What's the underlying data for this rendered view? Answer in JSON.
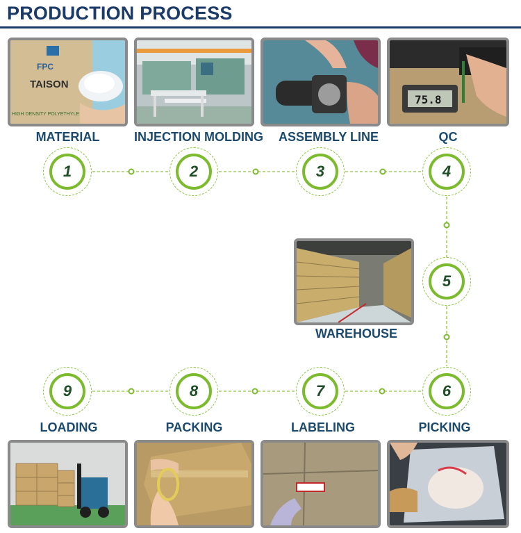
{
  "title": "PRODUCTION PROCESS",
  "steps": [
    {
      "number": "1",
      "label": "MATERIAL"
    },
    {
      "number": "2",
      "label": "INJECTION MOLDING"
    },
    {
      "number": "3",
      "label": "ASSEMBLY LINE"
    },
    {
      "number": "4",
      "label": "QC"
    },
    {
      "number": "5",
      "label": "WAREHOUSE"
    },
    {
      "number": "6",
      "label": "PICKING"
    },
    {
      "number": "7",
      "label": "LABELING"
    },
    {
      "number": "8",
      "label": "PACKING"
    },
    {
      "number": "9",
      "label": "LOADING"
    }
  ],
  "photo_text": {
    "material_brand": "FPC",
    "material_name": "TAISON",
    "material_desc": "HIGH DENSITY POLYETHYLE",
    "qc_reading": "75.8"
  },
  "colors": {
    "title": "#1b3a68",
    "label": "#1b4a6e",
    "circle_green": "#7cbb2e",
    "number": "#1f4d25",
    "photo_border": "#8a8a8a"
  }
}
